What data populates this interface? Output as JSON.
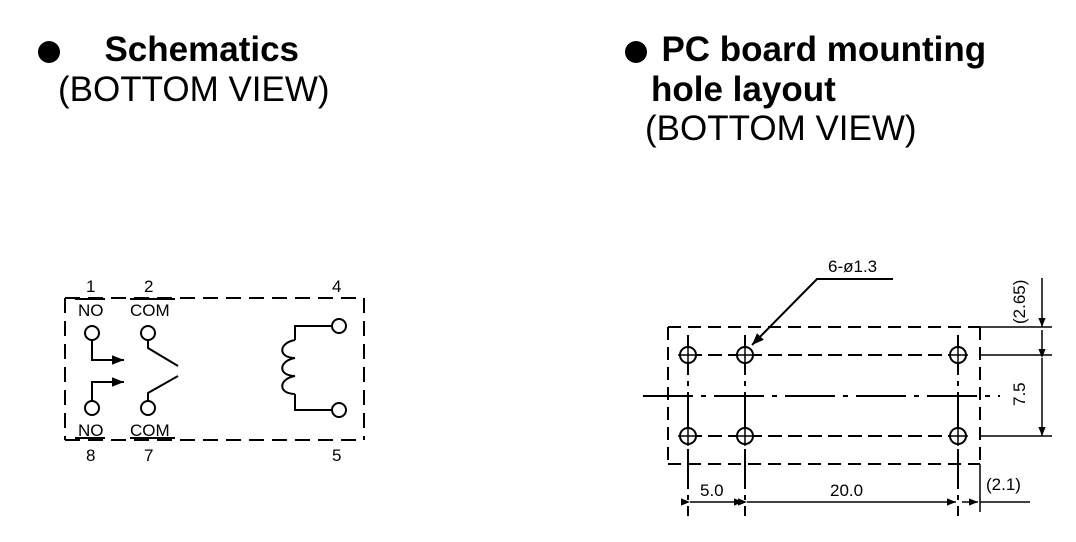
{
  "schematic": {
    "bullet_icon": "bullet-dot",
    "title": "Schematics",
    "subtitle": "(BOTTOM VIEW)",
    "pins": {
      "p1": "1",
      "p2": "2",
      "p4": "4",
      "p8": "8",
      "p7": "7",
      "p5": "5"
    },
    "labels": {
      "no_top": "NO",
      "com_top": "COM",
      "no_bottom": "NO",
      "com_bottom": "COM"
    }
  },
  "pcb": {
    "bullet_icon": "bullet-dot",
    "title_line1": "PC board mounting",
    "title_line2": "hole layout",
    "subtitle": "(BOTTOM VIEW)",
    "holes": {
      "callout": "6-ø1.3"
    },
    "dimensions": {
      "top_offset": "(2.65)",
      "row_spacing": "7.5",
      "left_spacing": "5.0",
      "main_spacing": "20.0",
      "right_offset": "(2.1)"
    }
  }
}
